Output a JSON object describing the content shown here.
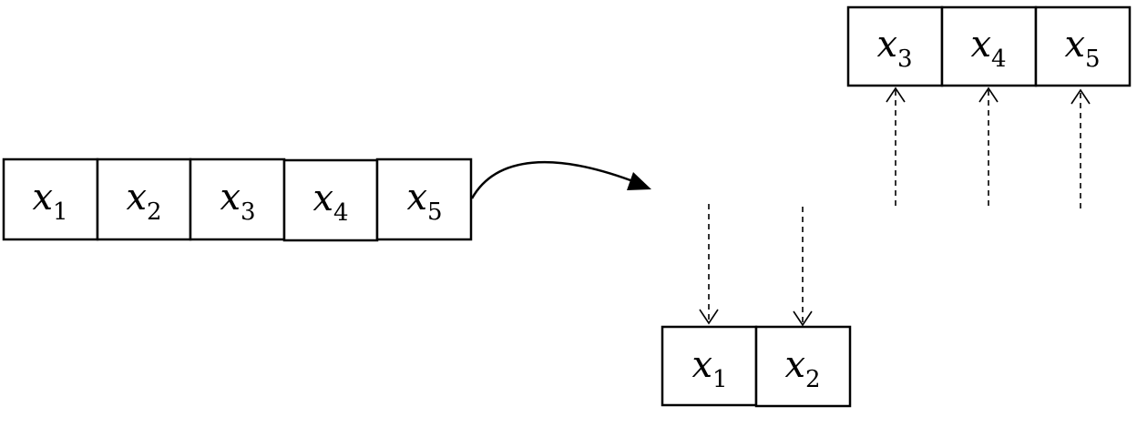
{
  "diagram": {
    "source_sequence": [
      {
        "base": "x",
        "sub": "1"
      },
      {
        "base": "x",
        "sub": "2"
      },
      {
        "base": "x",
        "sub": "3"
      },
      {
        "base": "x",
        "sub": "4"
      },
      {
        "base": "x",
        "sub": "5"
      }
    ],
    "upper_group": [
      {
        "base": "x",
        "sub": "3"
      },
      {
        "base": "x",
        "sub": "4"
      },
      {
        "base": "x",
        "sub": "5"
      }
    ],
    "lower_group": [
      {
        "base": "x",
        "sub": "1"
      },
      {
        "base": "x",
        "sub": "2"
      }
    ]
  },
  "colors": {
    "stroke": "#000000",
    "background": "#ffffff"
  }
}
